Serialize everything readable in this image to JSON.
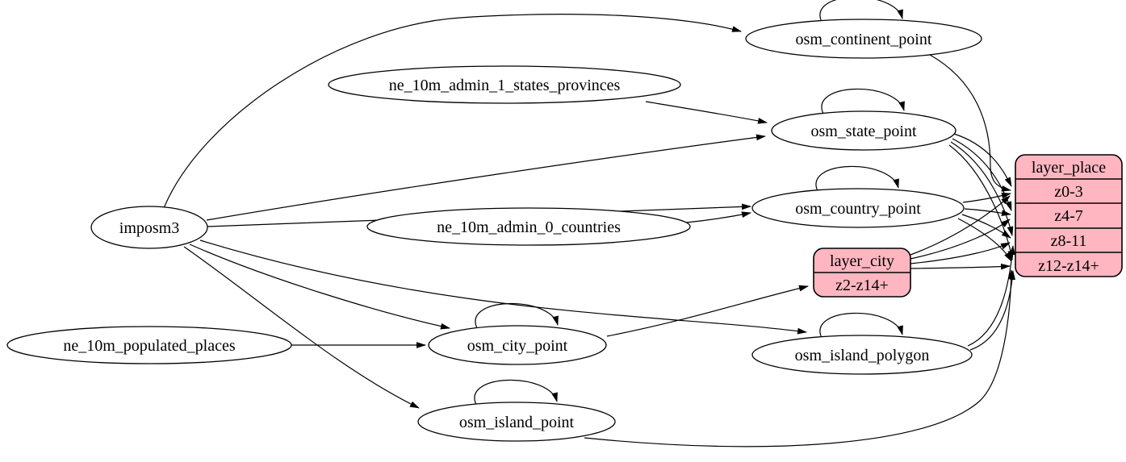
{
  "diagram": {
    "kind": "etl-graph",
    "background_color": "#ffffff",
    "ellipse_fill": "#ffffff",
    "record_fill": "#ffb6c1",
    "line_color": "#000000"
  },
  "nodes": {
    "imposm3": {
      "label": "imposm3",
      "shape": "ellipse"
    },
    "ne_states": {
      "label": "ne_10m_admin_1_states_provinces",
      "shape": "ellipse"
    },
    "ne_countries": {
      "label": "ne_10m_admin_0_countries",
      "shape": "ellipse"
    },
    "ne_places": {
      "label": "ne_10m_populated_places",
      "shape": "ellipse"
    },
    "continent": {
      "label": "osm_continent_point",
      "shape": "ellipse",
      "self_loop": true
    },
    "state": {
      "label": "osm_state_point",
      "shape": "ellipse",
      "self_loop": true
    },
    "country": {
      "label": "osm_country_point",
      "shape": "ellipse",
      "self_loop": true
    },
    "city": {
      "label": "osm_city_point",
      "shape": "ellipse",
      "self_loop": true
    },
    "island_polygon": {
      "label": "osm_island_polygon",
      "shape": "ellipse",
      "self_loop": true
    },
    "island_point": {
      "label": "osm_island_point",
      "shape": "ellipse",
      "self_loop": true
    },
    "layer_place": {
      "title": "layer_place",
      "row1": "z0-3",
      "row2": "z4-7",
      "row3": "z8-11",
      "row4": "z12-z14+"
    },
    "layer_city": {
      "title": "layer_city",
      "row1": "z2-z14+"
    }
  },
  "edges": [
    {
      "from": "imposm3",
      "to": "osm_continent_point"
    },
    {
      "from": "imposm3",
      "to": "osm_state_point"
    },
    {
      "from": "imposm3",
      "to": "osm_country_point"
    },
    {
      "from": "imposm3",
      "to": "osm_city_point"
    },
    {
      "from": "imposm3",
      "to": "osm_island_polygon"
    },
    {
      "from": "imposm3",
      "to": "osm_island_point"
    },
    {
      "from": "ne_10m_admin_1_states_provinces",
      "to": "osm_state_point"
    },
    {
      "from": "ne_10m_admin_0_countries",
      "to": "osm_country_point"
    },
    {
      "from": "ne_10m_populated_places",
      "to": "osm_city_point"
    },
    {
      "from": "osm_continent_point",
      "to": "osm_continent_point"
    },
    {
      "from": "osm_state_point",
      "to": "osm_state_point"
    },
    {
      "from": "osm_country_point",
      "to": "osm_country_point"
    },
    {
      "from": "osm_city_point",
      "to": "osm_city_point"
    },
    {
      "from": "osm_island_polygon",
      "to": "osm_island_polygon"
    },
    {
      "from": "osm_island_point",
      "to": "osm_island_point"
    },
    {
      "from": "osm_continent_point",
      "to": "layer_place:z0-3"
    },
    {
      "from": "osm_country_point",
      "to": "layer_place:z0-3"
    },
    {
      "from": "osm_country_point",
      "to": "layer_place:z4-7"
    },
    {
      "from": "osm_country_point",
      "to": "layer_place:z8-11"
    },
    {
      "from": "osm_country_point",
      "to": "layer_place:z12-z14+"
    },
    {
      "from": "osm_state_point",
      "to": "layer_place:z0-3"
    },
    {
      "from": "osm_state_point",
      "to": "layer_place:z4-7"
    },
    {
      "from": "osm_state_point",
      "to": "layer_place:z8-11"
    },
    {
      "from": "osm_state_point",
      "to": "layer_place:z12-z14+"
    },
    {
      "from": "osm_island_polygon",
      "to": "layer_place:z8-11"
    },
    {
      "from": "osm_island_polygon",
      "to": "layer_place:z12-z14+"
    },
    {
      "from": "osm_island_point",
      "to": "layer_place:z12-z14+"
    },
    {
      "from": "osm_city_point",
      "to": "layer_city:z2-z14+"
    },
    {
      "from": "layer_city",
      "to": "layer_place:z0-3"
    },
    {
      "from": "layer_city",
      "to": "layer_place:z4-7"
    },
    {
      "from": "layer_city",
      "to": "layer_place:z8-11"
    },
    {
      "from": "layer_city",
      "to": "layer_place:z12-z14+"
    }
  ]
}
